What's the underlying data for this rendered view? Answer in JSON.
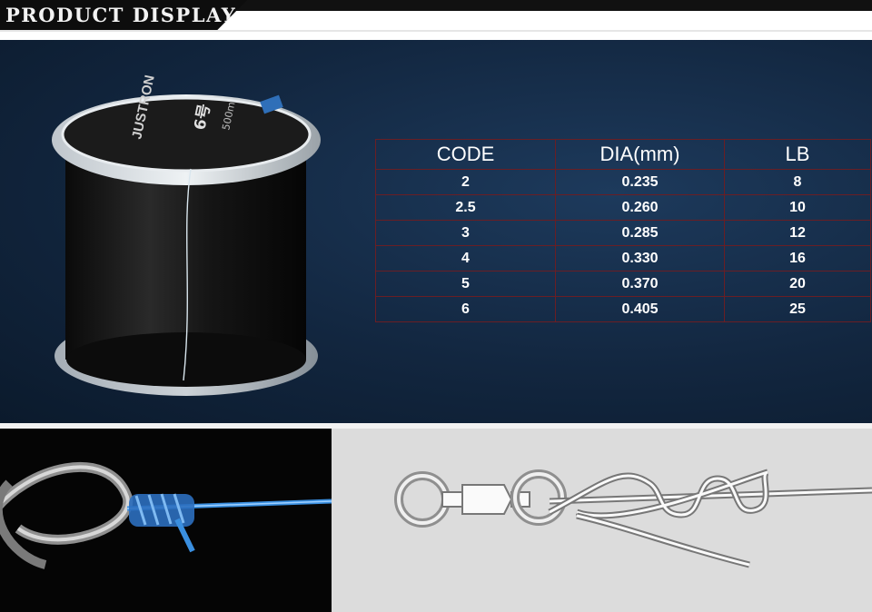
{
  "header": {
    "title": "PRODUCT DISPLAY"
  },
  "product": {
    "brand": "JUSTRON",
    "size_mark": "6号",
    "length": "500m"
  },
  "spec_table": {
    "headers": [
      "CODE",
      "DIA(mm)",
      "LB"
    ],
    "rows": [
      [
        "2",
        "0.235",
        "8"
      ],
      [
        "2.5",
        "0.260",
        "10"
      ],
      [
        "3",
        "0.285",
        "12"
      ],
      [
        "4",
        "0.330",
        "16"
      ],
      [
        "5",
        "0.370",
        "20"
      ],
      [
        "6",
        "0.405",
        "25"
      ]
    ]
  },
  "colors": {
    "background": "#12263f",
    "table_border": "#6a1e24",
    "line_blue": "#3a8fe0"
  },
  "icons": [
    "spool-image",
    "knot-photo",
    "knot-diagram"
  ]
}
